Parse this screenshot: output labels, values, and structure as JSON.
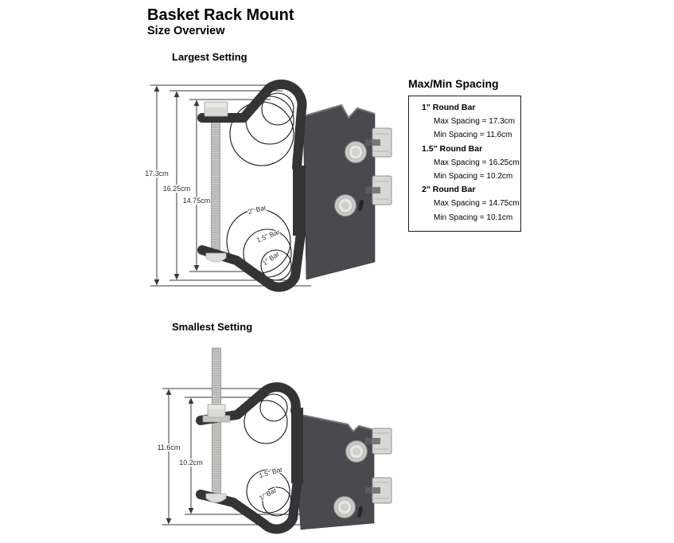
{
  "page": {
    "title": "Basket Rack Mount",
    "subtitle": "Size Overview"
  },
  "largest": {
    "heading": "Largest Setting",
    "dim_labels": [
      "17.3cm",
      "16.25cm",
      "14.75cm"
    ],
    "bar_labels": [
      "2\" Bar",
      "1.5\" Bar",
      "1\" Bar"
    ]
  },
  "smallest": {
    "heading": "Smallest Setting",
    "dim_labels": [
      "11.6cm",
      "10.2cm"
    ],
    "bar_labels": [
      "1.5\" Bar",
      "1\" Bar"
    ]
  },
  "spacing_table": {
    "heading": "Max/Min Spacing",
    "groups": [
      {
        "name": "1\" Round Bar",
        "max": "Max Spacing = 17.3cm",
        "min": "Min Spacing =  11.6cm"
      },
      {
        "name": "1.5\" Round Bar",
        "max": "Max Spacing = 16.25cm",
        "min": "Min Spacing = 10.2cm"
      },
      {
        "name": "2\" Round Bar",
        "max": "Max Spacing = 14.75cm",
        "min": "Min Spacing = 10.1cm"
      }
    ]
  },
  "colors": {
    "hook": "#343437",
    "plate": "#4a4a4e",
    "metal_light": "#d9d9d6",
    "dim_line": "#3a3a3a",
    "text": "#000000"
  }
}
